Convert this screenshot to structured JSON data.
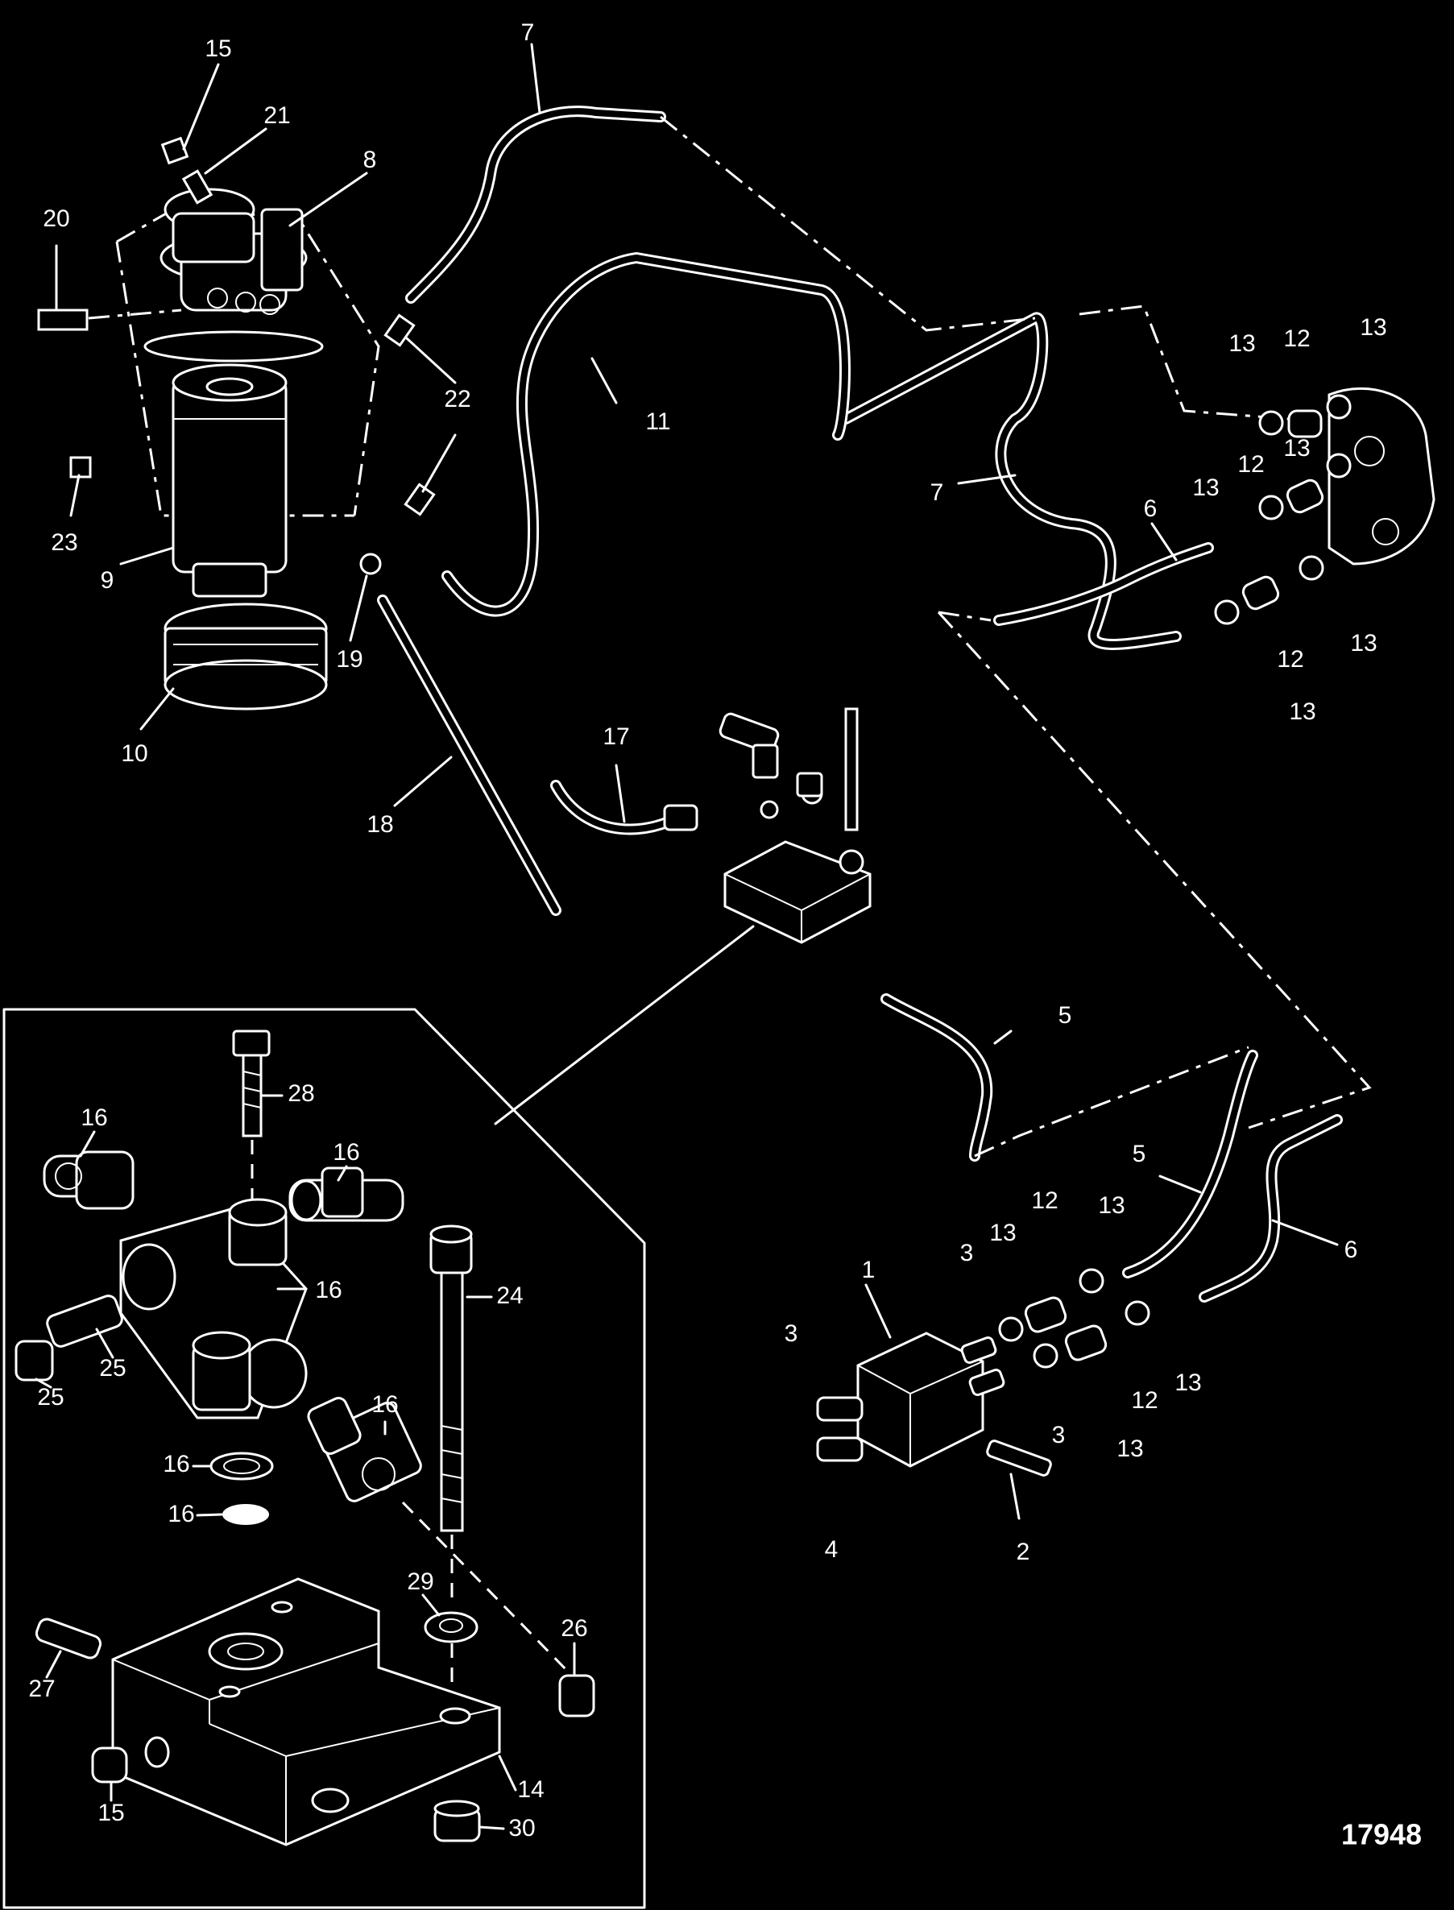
{
  "figure_number": "17948",
  "callouts": [
    {
      "id": "c15a",
      "text": "15"
    },
    {
      "id": "c21",
      "text": "21"
    },
    {
      "id": "c7a",
      "text": "7"
    },
    {
      "id": "c8",
      "text": "8"
    },
    {
      "id": "c20",
      "text": "20"
    },
    {
      "id": "c22",
      "text": "22"
    },
    {
      "id": "c11",
      "text": "11"
    },
    {
      "id": "c23",
      "text": "23"
    },
    {
      "id": "c9",
      "text": "9"
    },
    {
      "id": "c19",
      "text": "19"
    },
    {
      "id": "c10",
      "text": "10"
    },
    {
      "id": "c18",
      "text": "18"
    },
    {
      "id": "c17",
      "text": "17"
    },
    {
      "id": "c7b",
      "text": "7"
    },
    {
      "id": "c6a",
      "text": "6"
    },
    {
      "id": "c13a",
      "text": "13"
    },
    {
      "id": "c12a",
      "text": "12"
    },
    {
      "id": "c13b",
      "text": "13"
    },
    {
      "id": "c12b",
      "text": "12"
    },
    {
      "id": "c13c",
      "text": "13"
    },
    {
      "id": "c13d",
      "text": "13"
    },
    {
      "id": "c13e",
      "text": "13"
    },
    {
      "id": "c12c",
      "text": "12"
    },
    {
      "id": "c13f",
      "text": "13"
    },
    {
      "id": "c5a",
      "text": "5"
    },
    {
      "id": "c5b",
      "text": "5"
    },
    {
      "id": "c6b",
      "text": "6"
    },
    {
      "id": "c12d",
      "text": "12"
    },
    {
      "id": "c13g",
      "text": "13"
    },
    {
      "id": "c13h",
      "text": "13"
    },
    {
      "id": "c3a",
      "text": "3"
    },
    {
      "id": "c1",
      "text": "1"
    },
    {
      "id": "c3b",
      "text": "3"
    },
    {
      "id": "c12e",
      "text": "12"
    },
    {
      "id": "c13i",
      "text": "13"
    },
    {
      "id": "c3c",
      "text": "3"
    },
    {
      "id": "c13j",
      "text": "13"
    },
    {
      "id": "c4",
      "text": "4"
    },
    {
      "id": "c2",
      "text": "2"
    },
    {
      "id": "c16a",
      "text": "16"
    },
    {
      "id": "c28",
      "text": "28"
    },
    {
      "id": "c16b",
      "text": "16"
    },
    {
      "id": "c16c",
      "text": "16"
    },
    {
      "id": "c24",
      "text": "24"
    },
    {
      "id": "c25a",
      "text": "25"
    },
    {
      "id": "c25b",
      "text": "25"
    },
    {
      "id": "c16d",
      "text": "16"
    },
    {
      "id": "c16e",
      "text": "16"
    },
    {
      "id": "c16f",
      "text": "16"
    },
    {
      "id": "c29",
      "text": "29"
    },
    {
      "id": "c26",
      "text": "26"
    },
    {
      "id": "c27",
      "text": "27"
    },
    {
      "id": "c14",
      "text": "14"
    },
    {
      "id": "c15b",
      "text": "15"
    },
    {
      "id": "c30",
      "text": "30"
    }
  ]
}
